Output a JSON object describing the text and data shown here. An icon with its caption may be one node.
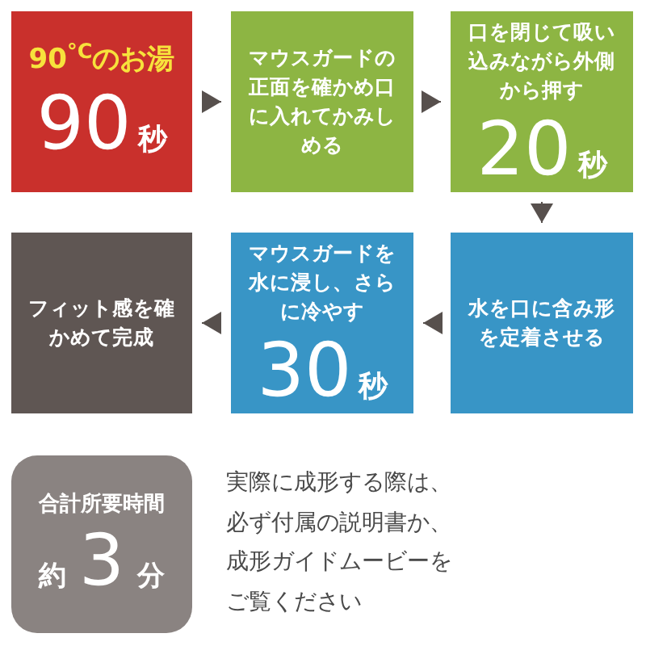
{
  "diagram": {
    "nodes": [
      {
        "text": [
          "90$^{°C}$のお湯",
          "90秒"
        ]
      },
      {
        "text": [
          "マウスガードの正面を確かめ口に入れてかみしめる"
        ]
      },
      {
        "text": [
          "口を閉じて吸い込みながら外側から押す",
          "20秒"
        ]
      },
      {
        "text": [
          "水を口に含み形を定着させる"
        ]
      },
      {
        "text": [
          "マウスガードを水に浸し、さらに冷やす",
          "30秒"
        ]
      },
      {
        "text": [
          "フィット感を確かめて完成"
        ]
      },
      {
        "text": [
          "合計所要時間",
          "約3分"
        ]
      }
    ],
    "edges": [
      {
        "from": 0,
        "to": 1,
        "arrow": "to"
      },
      {
        "from": 1,
        "to": 2,
        "arrow": "to"
      },
      {
        "from": 2,
        "to": 3,
        "arrow": "to"
      },
      {
        "from": 3,
        "to": 4,
        "arrow": "to"
      },
      {
        "from": 4,
        "to": 5,
        "arrow": "to"
      }
    ],
    "labels": [
      "実際に成形する際は、必ず付属の説明書か、成形ガイドムービーをご覧ください"
    ]
  }
}
